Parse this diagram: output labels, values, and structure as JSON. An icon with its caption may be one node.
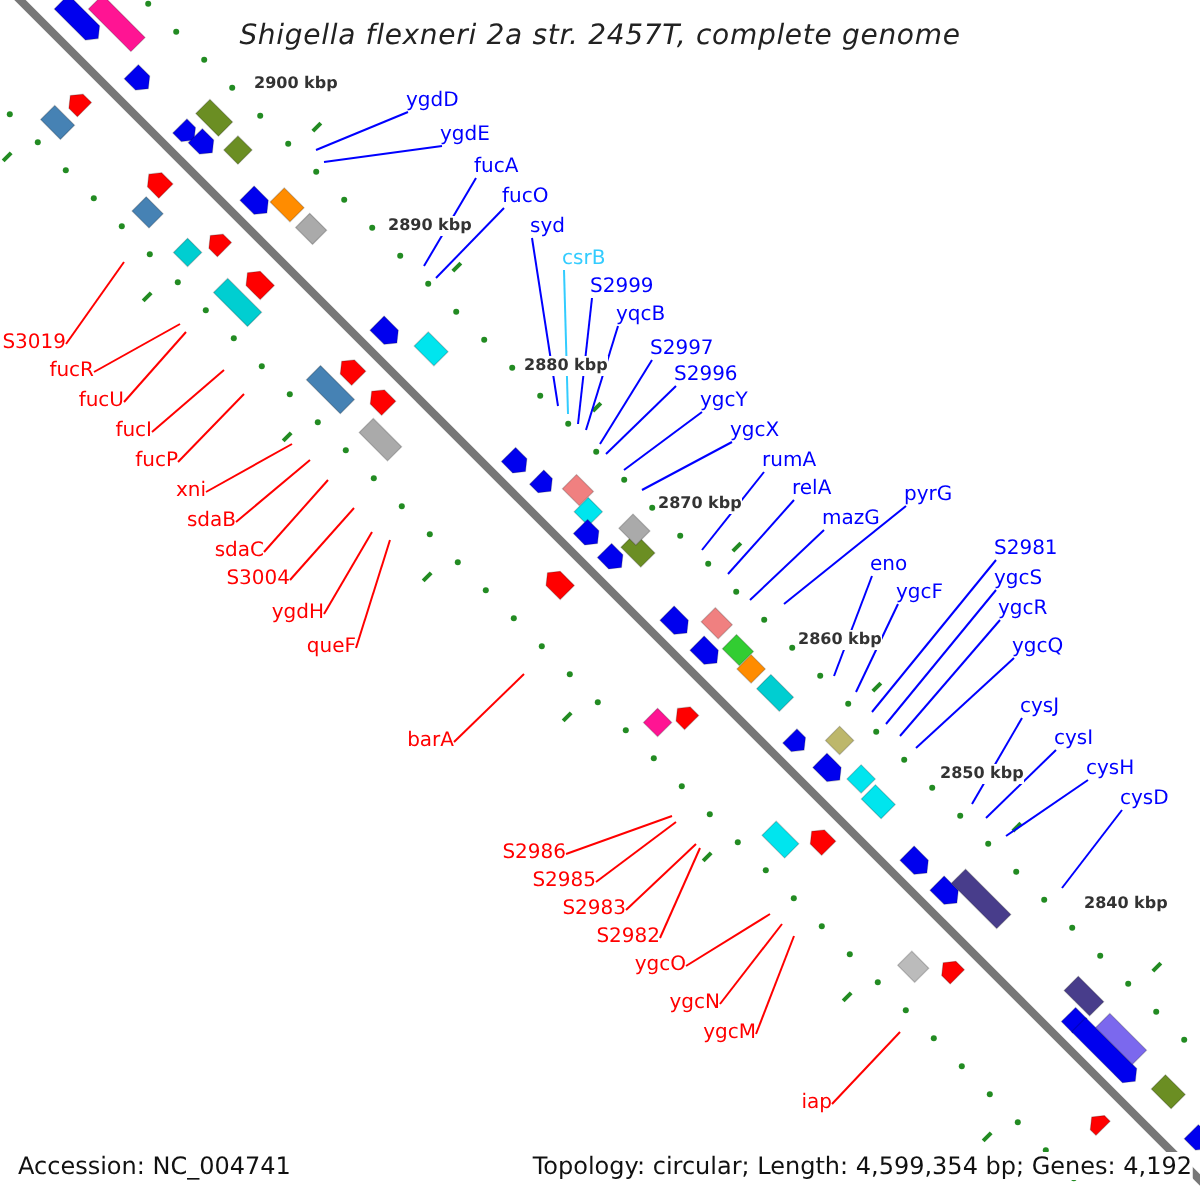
{
  "diagram": {
    "title": "Shigella flexneri 2a str. 2457T, complete genome",
    "nodes": [
      {
        "text": [
          "ygdD"
        ]
      },
      {
        "text": [
          "ygdE"
        ]
      },
      {
        "text": [
          "fucA"
        ]
      },
      {
        "text": [
          "fucO"
        ]
      },
      {
        "text": [
          "syd"
        ]
      },
      {
        "text": [
          "csrB"
        ]
      },
      {
        "text": [
          "S2999"
        ]
      },
      {
        "text": [
          "yqcB"
        ]
      },
      {
        "text": [
          "S2997"
        ]
      },
      {
        "text": [
          "S2996"
        ]
      },
      {
        "text": [
          "ygcY"
        ]
      },
      {
        "text": [
          "ygcX"
        ]
      },
      {
        "text": [
          "rumA"
        ]
      },
      {
        "text": [
          "relA"
        ]
      },
      {
        "text": [
          "mazG"
        ]
      },
      {
        "text": [
          "pyrG"
        ]
      },
      {
        "text": [
          "eno"
        ]
      },
      {
        "text": [
          "ygcF"
        ]
      },
      {
        "text": [
          "S2981"
        ]
      },
      {
        "text": [
          "ygcS"
        ]
      },
      {
        "text": [
          "ygcR"
        ]
      },
      {
        "text": [
          "ygcQ"
        ]
      },
      {
        "text": [
          "cysJ"
        ]
      },
      {
        "text": [
          "cysI"
        ]
      },
      {
        "text": [
          "cysH"
        ]
      },
      {
        "text": [
          "cysD"
        ]
      },
      {
        "text": [
          "S3019"
        ]
      },
      {
        "text": [
          "fucR"
        ]
      },
      {
        "text": [
          "fucU"
        ]
      },
      {
        "text": [
          "fucI"
        ]
      },
      {
        "text": [
          "fucP"
        ]
      },
      {
        "text": [
          "xni"
        ]
      },
      {
        "text": [
          "sdaB"
        ]
      },
      {
        "text": [
          "sdaC"
        ]
      },
      {
        "text": [
          "S3004"
        ]
      },
      {
        "text": [
          "ygdH"
        ]
      },
      {
        "text": [
          "queF"
        ]
      },
      {
        "text": [
          "barA"
        ]
      },
      {
        "text": [
          "S2986"
        ]
      },
      {
        "text": [
          "S2985"
        ]
      },
      {
        "text": [
          "S2983"
        ]
      },
      {
        "text": [
          "S2982"
        ]
      },
      {
        "text": [
          "ygcO"
        ]
      },
      {
        "text": [
          "ygcN"
        ]
      },
      {
        "text": [
          "ygcM"
        ]
      },
      {
        "text": [
          "iap"
        ]
      }
    ],
    "edges": [
      {
        "from": 0,
        "to": null,
        "arrow": "none"
      },
      {
        "from": 1,
        "to": null,
        "arrow": "none"
      },
      {
        "from": 2,
        "to": null,
        "arrow": "none"
      },
      {
        "from": 3,
        "to": null,
        "arrow": "none"
      },
      {
        "from": 4,
        "to": null,
        "arrow": "none"
      },
      {
        "from": 5,
        "to": null,
        "arrow": "none",
        "color": "#33ccff"
      },
      {
        "from": 6,
        "to": null,
        "arrow": "none"
      },
      {
        "from": 7,
        "to": null,
        "arrow": "none"
      },
      {
        "from": 8,
        "to": null,
        "arrow": "none"
      },
      {
        "from": 9,
        "to": null,
        "arrow": "none"
      },
      {
        "from": 10,
        "to": null,
        "arrow": "none"
      },
      {
        "from": 11,
        "to": null,
        "arrow": "none"
      },
      {
        "from": 12,
        "to": null,
        "arrow": "none"
      },
      {
        "from": 13,
        "to": null,
        "arrow": "none"
      },
      {
        "from": 14,
        "to": null,
        "arrow": "none"
      },
      {
        "from": 15,
        "to": null,
        "arrow": "none"
      },
      {
        "from": 16,
        "to": null,
        "arrow": "none"
      },
      {
        "from": 17,
        "to": null,
        "arrow": "none"
      },
      {
        "from": 18,
        "to": null,
        "arrow": "none"
      },
      {
        "from": 19,
        "to": null,
        "arrow": "none"
      },
      {
        "from": 20,
        "to": null,
        "arrow": "none"
      },
      {
        "from": 21,
        "to": null,
        "arrow": "none"
      },
      {
        "from": 22,
        "to": null,
        "arrow": "none"
      },
      {
        "from": 23,
        "to": null,
        "arrow": "none"
      },
      {
        "from": 24,
        "to": null,
        "arrow": "none"
      },
      {
        "from": 25,
        "to": null,
        "arrow": "none"
      },
      {
        "from": 26,
        "to": null,
        "arrow": "none",
        "color": "#ff0000"
      },
      {
        "from": 27,
        "to": null,
        "arrow": "none",
        "color": "#ff0000"
      },
      {
        "from": 28,
        "to": null,
        "arrow": "none",
        "color": "#ff0000"
      },
      {
        "from": 29,
        "to": null,
        "arrow": "none",
        "color": "#ff0000"
      },
      {
        "from": 30,
        "to": null,
        "arrow": "none",
        "color": "#ff0000"
      },
      {
        "from": 31,
        "to": null,
        "arrow": "none",
        "color": "#ff0000"
      },
      {
        "from": 32,
        "to": null,
        "arrow": "none",
        "color": "#ff0000"
      },
      {
        "from": 33,
        "to": null,
        "arrow": "none",
        "color": "#ff0000"
      },
      {
        "from": 34,
        "to": null,
        "arrow": "none",
        "color": "#ff0000"
      },
      {
        "from": 35,
        "to": null,
        "arrow": "none",
        "color": "#ff0000"
      },
      {
        "from": 36,
        "to": null,
        "arrow": "none",
        "color": "#ff0000"
      },
      {
        "from": 37,
        "to": null,
        "arrow": "none",
        "color": "#ff0000"
      },
      {
        "from": 38,
        "to": null,
        "arrow": "none",
        "color": "#ff0000"
      },
      {
        "from": 39,
        "to": null,
        "arrow": "none",
        "color": "#ff0000"
      },
      {
        "from": 40,
        "to": null,
        "arrow": "none",
        "color": "#ff0000"
      },
      {
        "from": 41,
        "to": null,
        "arrow": "none",
        "color": "#ff0000"
      },
      {
        "from": 42,
        "to": null,
        "arrow": "none",
        "color": "#ff0000"
      },
      {
        "from": 43,
        "to": null,
        "arrow": "none",
        "color": "#ff0000"
      },
      {
        "from": 44,
        "to": null,
        "arrow": "none",
        "color": "#ff0000"
      },
      {
        "from": 45,
        "to": null,
        "arrow": "none",
        "color": "#ff0000"
      }
    ],
    "labels": [
      "2900 kbp",
      "2890 kbp",
      "2880 kbp",
      "2870 kbp",
      "2860 kbp",
      "2850 kbp",
      "2840 kbp",
      "Accession: NC_004741",
      "Topology: circular; Length: 4,599,354 bp; Genes: 4,192"
    ]
  }
}
